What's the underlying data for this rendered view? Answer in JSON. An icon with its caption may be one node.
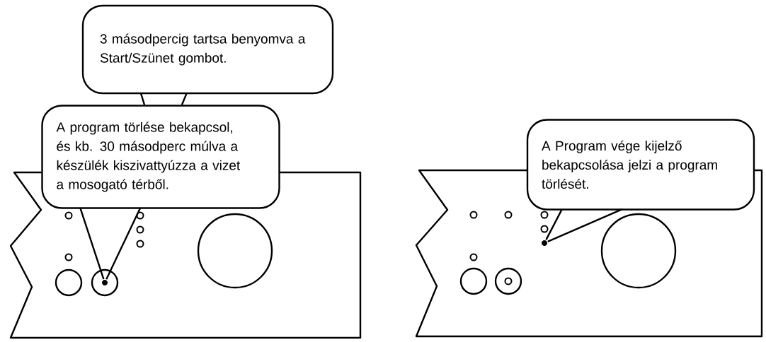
{
  "diagram": {
    "nodes": [
      {
        "text": [
          "3 másodpercig tartsa benyomva a Start/Szünet gombot."
        ]
      },
      {
        "text": [
          "A program törlése bekapcsol, és kb. 30 másodperc múlva a készülék kiszivattyúzza a vizet a mosogató térből."
        ]
      },
      {
        "text": [],
        "shape": "circle"
      },
      {
        "text": [
          "A Program vége kijelző bekapcsolása jelzi a program törlését."
        ]
      },
      {
        "text": [],
        "shape": "circle"
      }
    ],
    "edges": [
      {
        "from": 0,
        "to": 1,
        "arrow": "none"
      },
      {
        "from": 1,
        "to": 2,
        "arrow": "none"
      },
      {
        "from": 3,
        "to": 4,
        "arrow": "none"
      }
    ]
  }
}
